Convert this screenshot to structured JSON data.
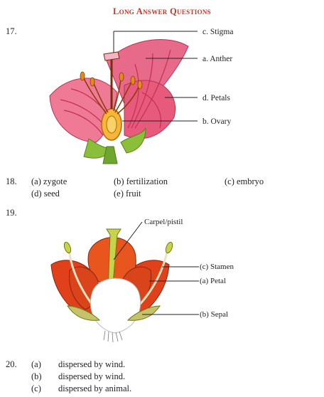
{
  "heading": "Long Answer Questions",
  "q17": {
    "number": "17.",
    "labels": {
      "stigma": "c. Stigma",
      "anther": "a. Anther",
      "petals": "d. Petals",
      "ovary": "b. Ovary"
    }
  },
  "q18": {
    "number": "18.",
    "items": [
      {
        "tag": "(a)",
        "text": "zygote"
      },
      {
        "tag": "(b)",
        "text": "fertilization"
      },
      {
        "tag": "(c)",
        "text": "embryo"
      },
      {
        "tag": "(d)",
        "text": "seed"
      },
      {
        "tag": "(e)",
        "text": "fruit"
      }
    ]
  },
  "q19": {
    "number": "19.",
    "labels": {
      "carpel": "Carpel/pistil",
      "stamen": "(c) Stamen",
      "petal": "(a) Petal",
      "sepal": "(b) Sepal"
    }
  },
  "q20": {
    "number": "20.",
    "items": [
      {
        "tag": "(a)",
        "text": "dispersed by wind."
      },
      {
        "tag": "(b)",
        "text": "dispersed by wind."
      },
      {
        "tag": "(c)",
        "text": "dispersed by animal."
      }
    ]
  },
  "colors": {
    "heading": "#c0392b",
    "petal_pink": "#e86a8a",
    "petal_orange": "#e0401a",
    "sepal_green": "#8bbf3a"
  }
}
